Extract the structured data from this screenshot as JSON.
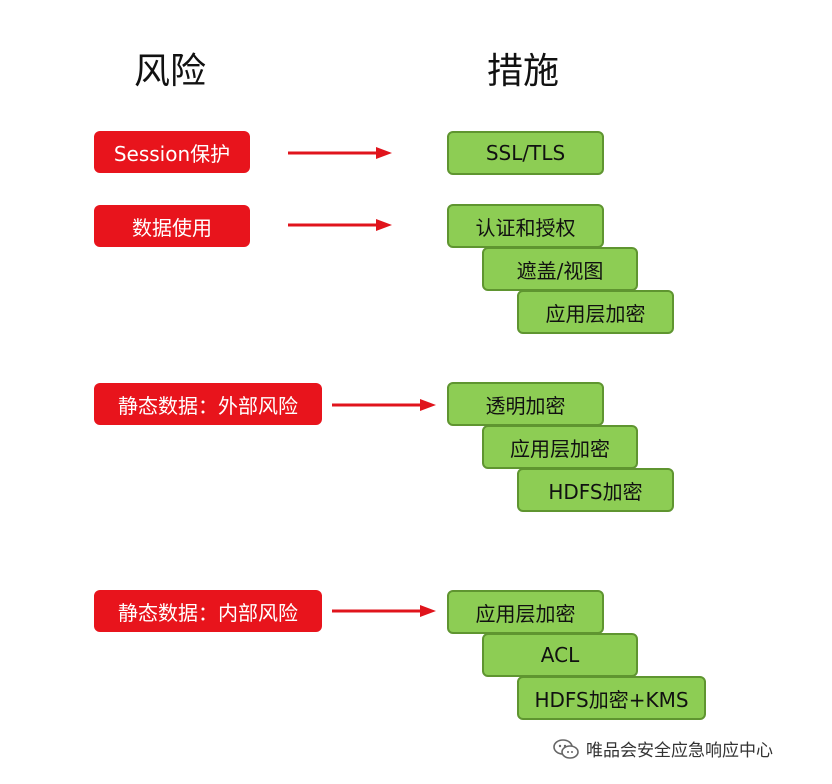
{
  "headings": {
    "risk": "风险",
    "measure": "措施"
  },
  "risks": [
    {
      "label": "Session保护"
    },
    {
      "label": "数据使用"
    },
    {
      "label": "静态数据：外部风险"
    },
    {
      "label": "静态数据：内部风险"
    }
  ],
  "measures": {
    "session": [
      "SSL/TLS"
    ],
    "usage": [
      "认证和授权",
      "遮盖/视图",
      "应用层加密"
    ],
    "external": [
      "透明加密",
      "应用层加密",
      "HDFS加密"
    ],
    "internal": [
      "应用层加密",
      "ACL",
      "HDFS加密+KMS"
    ]
  },
  "watermark": {
    "text": "唯品会安全应急响应中心",
    "icon": "wechat-icon"
  },
  "colors": {
    "risk_fill": "#e8141c",
    "measure_fill": "#8dcd54",
    "measure_border": "#5f9530",
    "arrow": "#e0141c"
  }
}
